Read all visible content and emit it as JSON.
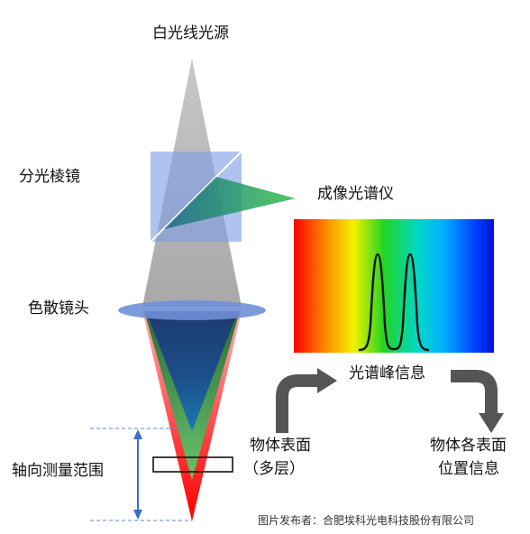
{
  "labels": {
    "source": "白光线光源",
    "splitter": "分光棱镜",
    "spectrometer": "成像光谱仪",
    "lens": "色散镜头",
    "range": "轴向测量范围",
    "peaks": "光谱峰信息",
    "surfaces_line1": "物体表面",
    "surfaces_line2": "（多层）",
    "positions_line1": "物体各表面",
    "positions_line2": "位置信息"
  },
  "credit": "图片发布者：合肥埃科光电科技股份有限公司",
  "colors": {
    "source_beam": "#b4b4b4",
    "prism": "#7f9ee6",
    "lens": "#6f8fd8",
    "dimension": "#3a6fd0",
    "arrow": "#555555",
    "peak_curve": "#111111"
  }
}
